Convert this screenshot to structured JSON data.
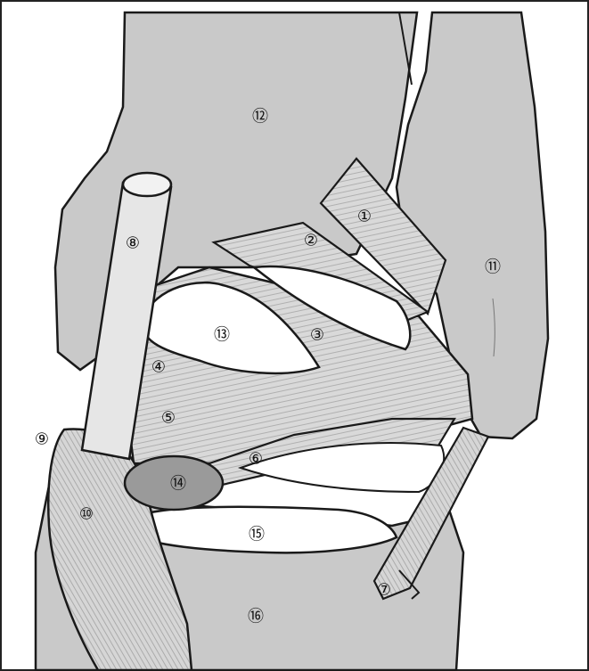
{
  "figure": {
    "labels": {
      "l1": "①",
      "l2": "②",
      "l3": "③",
      "l4": "④",
      "l5": "⑤",
      "l6": "⑥",
      "l7": "⑦",
      "l8": "⑧",
      "l9": "⑨",
      "l10": "⑩",
      "l11": "⑪",
      "l12": "⑫",
      "l13": "⑬",
      "l14": "⑭",
      "l15": "⑮",
      "l16": "⑯"
    },
    "colors": {
      "bone": "#c9c9c9",
      "ligament": "#d9d9d9",
      "fibula_head": "#9a9a9a",
      "outline": "#1a1a1a",
      "background": "#ffffff"
    }
  }
}
